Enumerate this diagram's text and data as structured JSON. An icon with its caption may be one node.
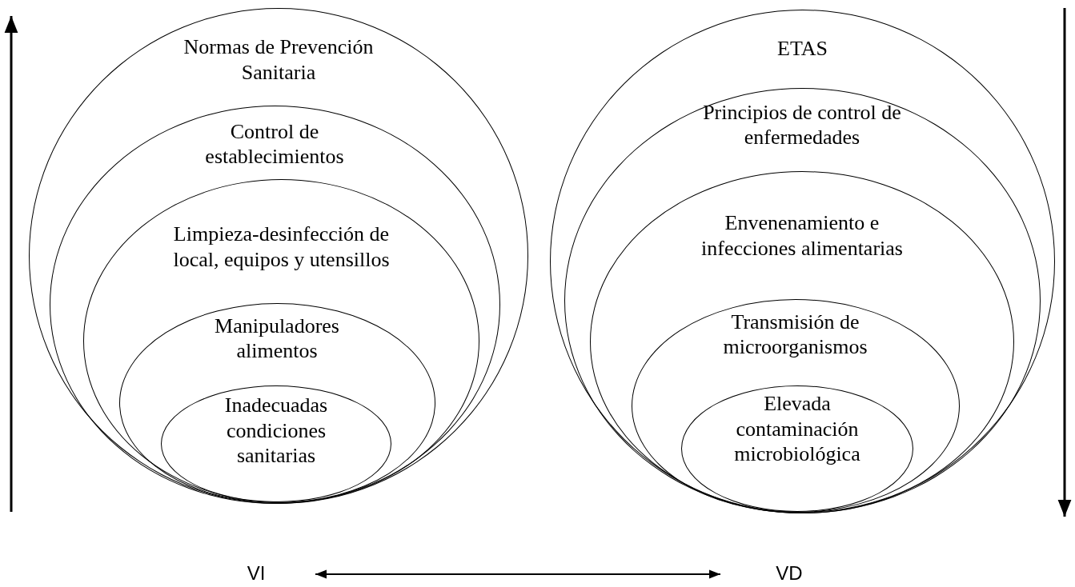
{
  "diagram": {
    "nodes": [
      {
        "text": [
          "Normas de Prevención Sanitaria"
        ]
      },
      {
        "text": [
          "Control de establecimientos"
        ],
        "in": 0
      },
      {
        "text": [
          "Limpieza-desinfección de local, equipos y utensillos"
        ],
        "in": 1
      },
      {
        "text": [
          "Manipuladores alimentos"
        ],
        "in": 2
      },
      {
        "text": [
          "Inadecuadas condiciones sanitarias"
        ],
        "in": 3
      },
      {
        "text": [
          "ETAS"
        ]
      },
      {
        "text": [
          "Principios de control de enfermedades"
        ],
        "in": 5
      },
      {
        "text": [
          "Envenenamiento e infecciones alimentarias"
        ],
        "in": 6
      },
      {
        "text": [
          "Transmisión de microorganismos"
        ],
        "in": 7
      },
      {
        "text": [
          "Elevada contaminación microbiológica"
        ],
        "in": 8
      },
      {
        "text": [
          "VI"
        ]
      },
      {
        "text": [
          "VD"
        ]
      }
    ],
    "edges": [
      {
        "from": 10,
        "to": 11,
        "arrow": "both"
      }
    ]
  }
}
